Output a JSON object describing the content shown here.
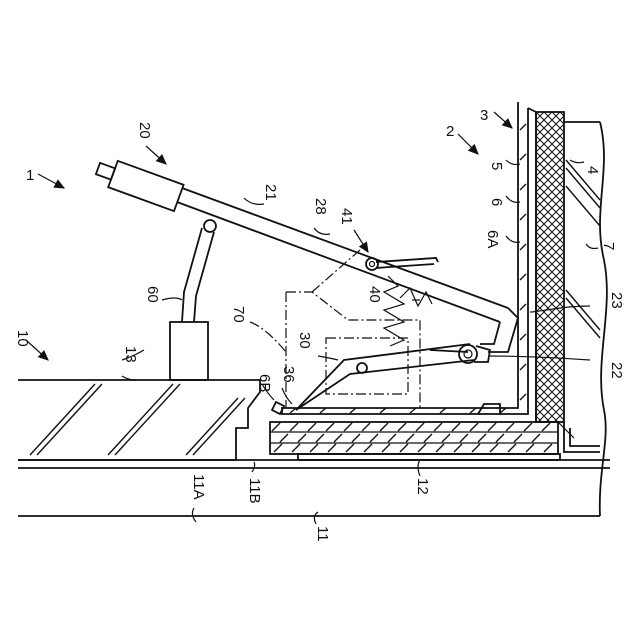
{
  "labels": {
    "l1": "1",
    "l2": "2",
    "l3": "3",
    "l4": "4",
    "l5": "5",
    "l6": "6",
    "l6a": "6A",
    "l6b": "6B",
    "l7": "7",
    "l10": "10",
    "l11": "11",
    "l11a": "11A",
    "l11b": "11B",
    "l12": "12",
    "l13": "13",
    "l20": "20",
    "l21": "21",
    "l22": "22",
    "l23": "23",
    "l28": "28",
    "l30": "30",
    "l36": "36",
    "l40": "40",
    "l41": "41",
    "l60": "60",
    "l70": "70"
  }
}
